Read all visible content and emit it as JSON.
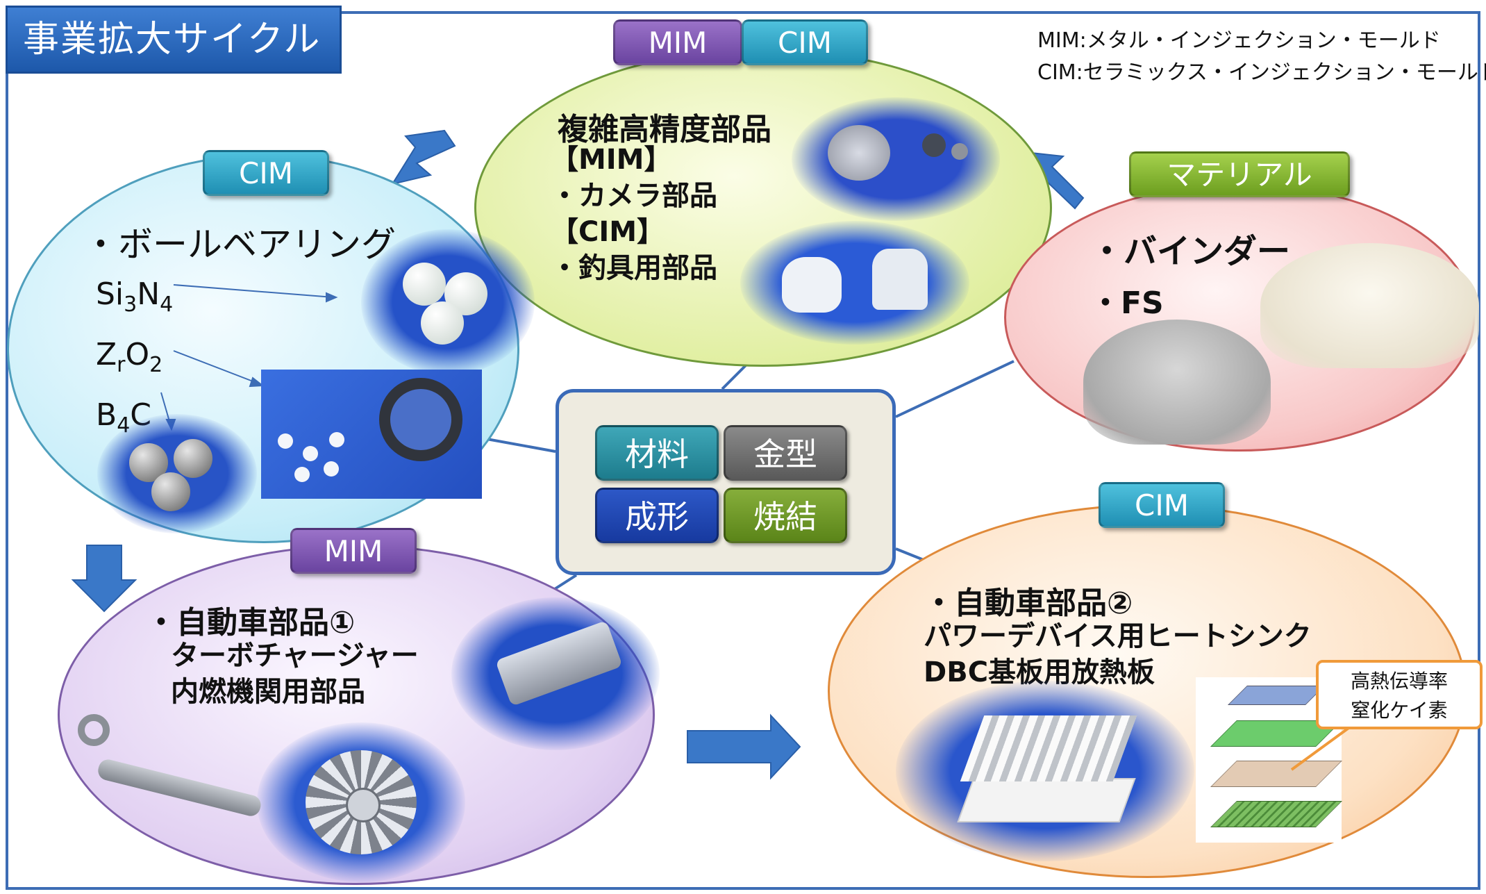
{
  "title": "事業拡大サイクル",
  "legend": {
    "line1": "MIM:メタル・インジェクション・モールド",
    "line2": "CIM:セラミックス・インジェクション・モールド"
  },
  "top": {
    "tags": [
      "MIM",
      "CIM"
    ],
    "heading": "複雑高精度部品",
    "lines": [
      "【MIM】",
      "・カメラ部品",
      "【CIM】",
      "・釣具用部品"
    ]
  },
  "left": {
    "tag": "CIM",
    "heading": "・ボールベアリング",
    "materials": [
      {
        "base": "Si",
        "sub1": "3",
        "base2": "N",
        "sub2": "4"
      },
      {
        "base": "Z",
        "sub1": "r",
        "base2": "O",
        "sub2": "2"
      },
      {
        "base": "B",
        "sub1": "4",
        "base2": "C",
        "sub2": ""
      }
    ]
  },
  "right": {
    "tag": "マテリアル",
    "lines": [
      "・バインダー",
      "・FS"
    ]
  },
  "center": {
    "buttons": [
      "材料",
      "金型",
      "成形",
      "焼結"
    ]
  },
  "bottom_left": {
    "tag": "MIM",
    "heading": "・自動車部品①",
    "lines": [
      "ターボチャージャー",
      "内燃機関用部品"
    ]
  },
  "bottom_right": {
    "tag": "CIM",
    "heading": "・自動車部品②",
    "lines": [
      "パワーデバイス用ヒートシンク",
      "DBC基板用放熱板"
    ],
    "callout": [
      "高熱伝導率",
      "窒化ケイ素"
    ]
  },
  "colors": {
    "frame": "#3d6db5",
    "mim": "#7a52b0",
    "cim": "#2fa6c8",
    "material": "#86b83a",
    "arrow": "#3a78c8"
  }
}
